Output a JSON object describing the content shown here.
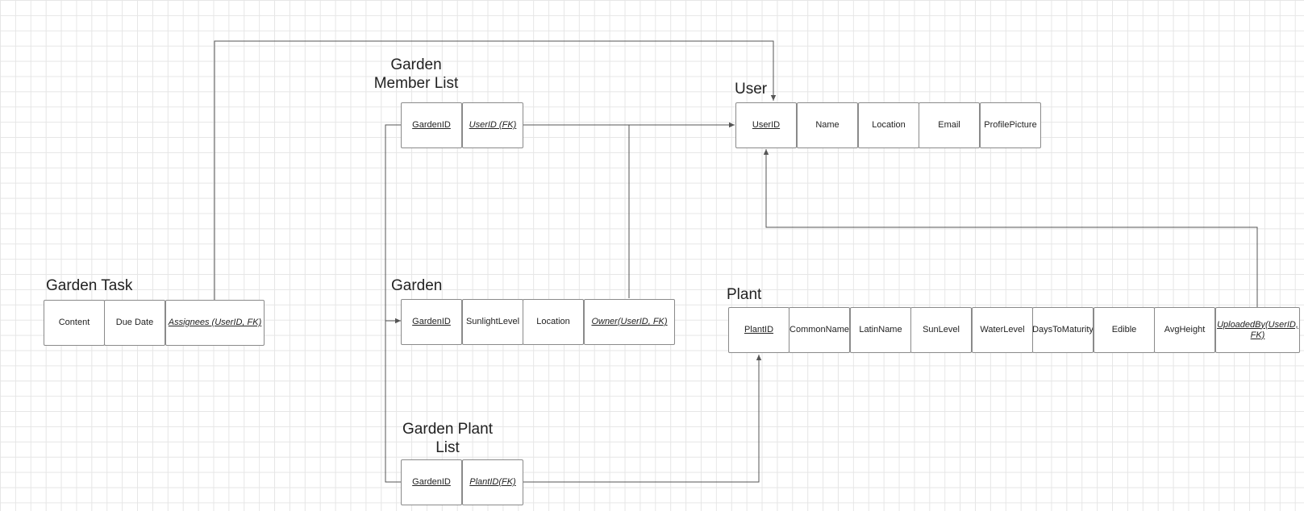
{
  "tables": {
    "user": {
      "title": "User",
      "fields": [
        "UserID",
        "Name",
        "Location",
        "Email",
        "ProfilePicture"
      ]
    },
    "garden_member_list": {
      "title": "Garden Member List",
      "fields": [
        "GardenID",
        "UserID (FK)"
      ]
    },
    "garden": {
      "title": "Garden",
      "fields": [
        "GardenID",
        "SunlightLevel",
        "Location",
        "Owner(UserID, FK)"
      ]
    },
    "garden_task": {
      "title": "Garden Task",
      "fields": [
        "Content",
        "Due Date",
        "Assignees (UserID, FK)"
      ]
    },
    "garden_plant_list": {
      "title": "Garden Plant List",
      "fields": [
        "GardenID",
        "PlantID(FK)"
      ]
    },
    "plant": {
      "title": "Plant",
      "fields": [
        "PlantID",
        "CommonName",
        "LatinName",
        "SunLevel",
        "WaterLevel",
        "DaysToMaturity",
        "Edible",
        "AvgHeight",
        "UploadedBy(UserID, FK)"
      ]
    }
  },
  "colors": {
    "grid": "#e6e6e6",
    "border": "#8a8a8a",
    "connector": "#555555"
  }
}
